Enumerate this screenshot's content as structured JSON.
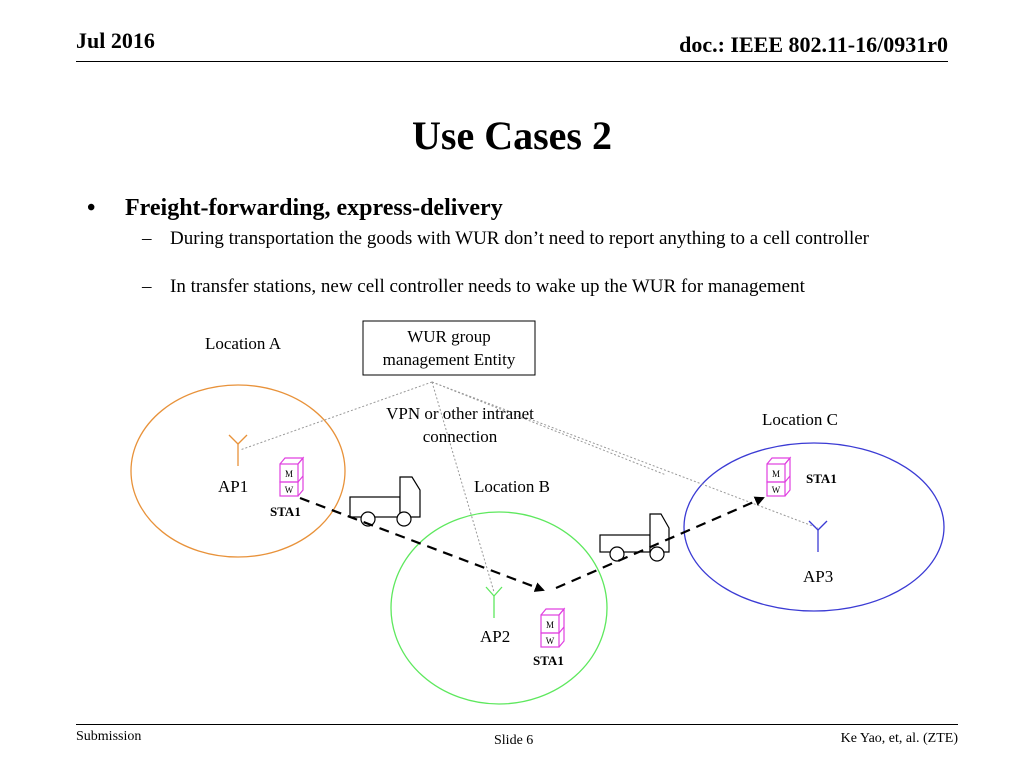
{
  "header": {
    "date": "Jul 2016",
    "doc": "doc.: IEEE 802.11-16/0931r0"
  },
  "title": "Use Cases 2",
  "bullet": {
    "text": "Freight-forwarding, express-delivery",
    "subs": [
      "During transportation the goods with WUR don’t need to report anything to a cell controller",
      "In transfer stations, new cell controller needs to wake up the WUR for management"
    ]
  },
  "diagram": {
    "entity_line1": "WUR group",
    "entity_line2": "management Entity",
    "vpn_line1": "VPN or other intranet",
    "vpn_line2": "connection",
    "location_a": "Location A",
    "location_b": "Location B",
    "location_c": "Location C",
    "ap1": "AP1",
    "ap2": "AP2",
    "ap3": "AP3",
    "sta": "STA1",
    "box_m": "M",
    "box_w": "W",
    "colors": {
      "loc_a": "#e8923a",
      "loc_b": "#5ee85e",
      "loc_c": "#3b3bd4",
      "sta_box": "#e040e0"
    }
  },
  "footer": {
    "left": "Submission",
    "center": "Slide 6",
    "right": "Ke Yao, et, al. (ZTE)"
  }
}
